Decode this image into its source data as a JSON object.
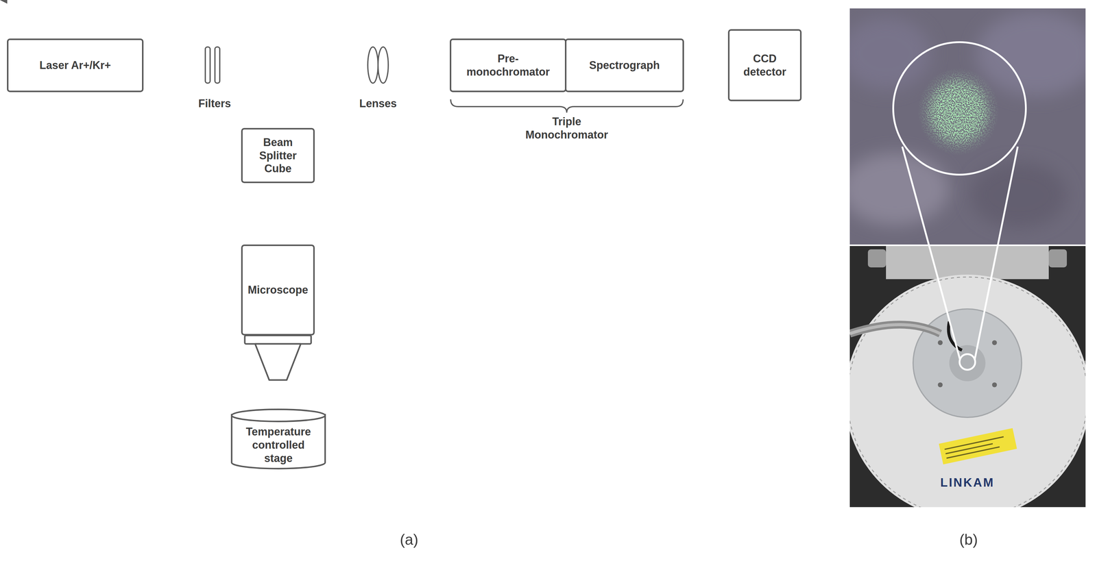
{
  "diagram": {
    "nodes": [
      {
        "text": [
          "Laser Ar+/Kr+"
        ]
      },
      {
        "text": [
          "Beam Splitter Cube"
        ]
      },
      {
        "text": [
          "Microscope"
        ]
      },
      {
        "text": [
          "Temperature controlled stage"
        ]
      },
      {
        "text": [
          "Pre-monochromator"
        ]
      },
      {
        "text": [
          "Spectrograph"
        ]
      },
      {
        "text": [
          "CCD detector"
        ]
      }
    ],
    "edges": [
      {
        "from": 0,
        "to": 1,
        "arrow": "to"
      },
      {
        "from": 1,
        "to": 2,
        "arrow": "both"
      },
      {
        "from": 2,
        "to": 3,
        "arrow": "both"
      },
      {
        "from": 1,
        "to": 4,
        "arrow": "to"
      },
      {
        "from": 5,
        "to": 6,
        "arrow": "to"
      }
    ],
    "labels": [
      "Filters",
      "Lenses",
      "Triple Monochromator",
      "(a)",
      "(b)",
      "LINKAM"
    ]
  }
}
